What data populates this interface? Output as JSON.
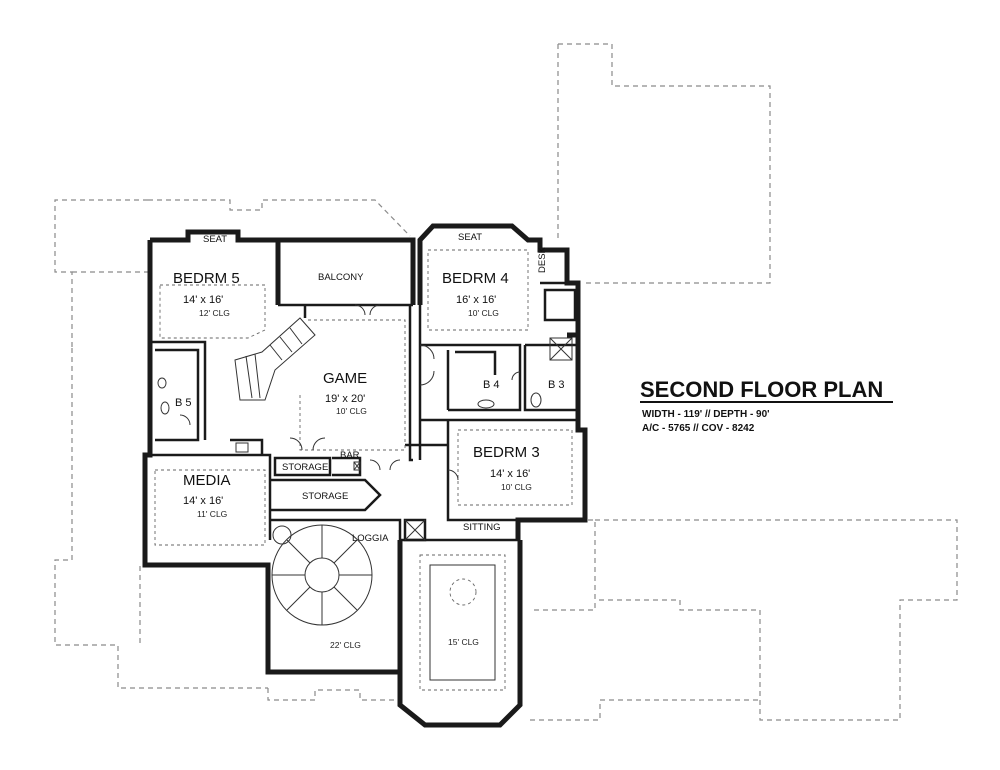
{
  "plan": {
    "title": "SECOND FLOOR PLAN",
    "dimensions": "WIDTH - 119' // DEPTH - 90'",
    "area": "A/C - 5765 // COV - 8242"
  },
  "rooms": {
    "bedrm5": {
      "name": "BEDRM 5",
      "size": "14' x 16'",
      "ceiling": "12' CLG"
    },
    "bedrm4": {
      "name": "BEDRM 4",
      "size": "16' x 16'",
      "ceiling": "10' CLG"
    },
    "bedrm3": {
      "name": "BEDRM 3",
      "size": "14' x 16'",
      "ceiling": "10' CLG"
    },
    "game": {
      "name": "GAME",
      "size": "19' x 20'",
      "ceiling": "10' CLG"
    },
    "media": {
      "name": "MEDIA",
      "size": "14' x 16'",
      "ceiling": "11' CLG"
    },
    "stair_ceiling": "22' CLG",
    "foyer_ceiling": "15' CLG"
  },
  "labels": {
    "seat_left": "SEAT",
    "seat_right": "SEAT",
    "balcony": "BALCONY",
    "desk": "DESK",
    "b4": "B 4",
    "b3": "B 3",
    "b5": "B 5",
    "storage_upper": "STORAGE",
    "storage_lower": "STORAGE",
    "bar": "BAR",
    "loggia": "LOGGIA",
    "sitting": "SITTING"
  }
}
